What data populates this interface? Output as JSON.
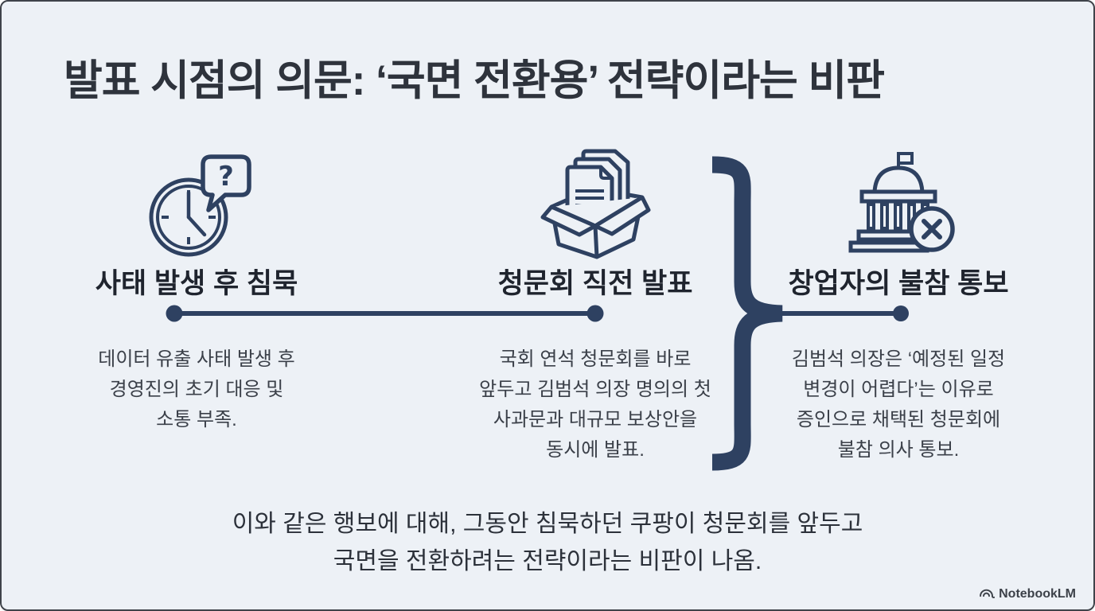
{
  "colors": {
    "background": "#edf1f6",
    "accent_navy": "#2e4161",
    "title_text": "#2e333c",
    "heading_text": "#1f242e",
    "body_text": "#3b4049",
    "frame_border": "#3f434a"
  },
  "header": {
    "title": "발표 시점의 의문: ‘국면 전환용’ 전략이라는 비판"
  },
  "columns": [
    {
      "icon": "clock-question-icon",
      "heading": "사태 발생 후 침묵",
      "body_lines": [
        "데이터 유출 사태 발생 후",
        "경영진의 초기 대응 및",
        "소통 부족."
      ]
    },
    {
      "icon": "open-box-documents-icon",
      "heading": "청문회 직전 발표",
      "body_lines": [
        "국회 연석 청문회를 바로",
        "앞두고 김범석 의장 명의의 첫",
        "사과문과 대규모 보상안을",
        "동시에 발표."
      ]
    },
    {
      "icon": "government-building-x-icon",
      "heading": "창업자의 불참 통보",
      "body_lines": [
        "김범석 의장은 ‘예정된 일정",
        "변경이 어렵다’는 이유로",
        "증인으로 채택된 청문회에",
        "불참 의사 통보."
      ]
    }
  ],
  "timeline": {
    "dot_count": 3,
    "brace_shape": "closing-curly-brace"
  },
  "bubble_question_mark": "?",
  "summary": {
    "line1": "이와 같은 행보에 대해, 그동안 침묵하던 쿠팡이 청문회를 앞두고",
    "line2": "국면을 전환하려는 전략이라는 비판이 나옴."
  },
  "footer": {
    "brand": "NotebookLM",
    "brand_icon": "notebooklm-logo-icon"
  }
}
